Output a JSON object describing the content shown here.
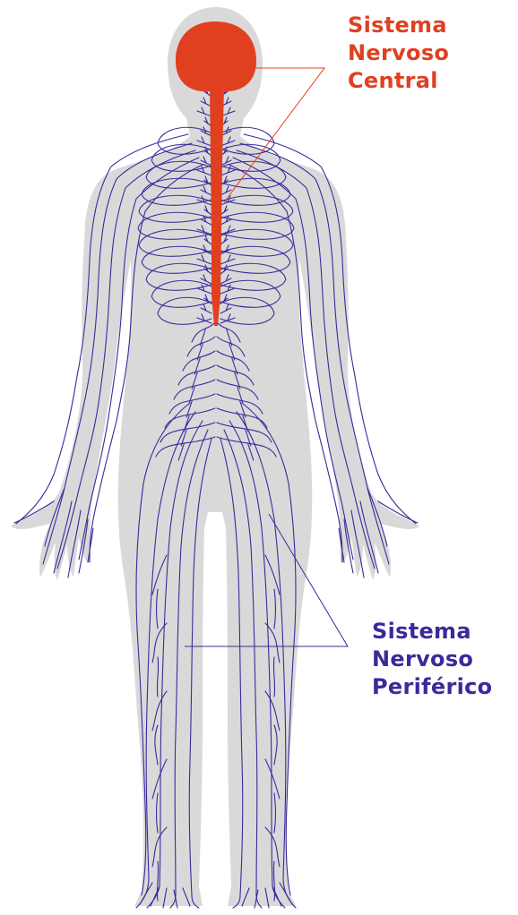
{
  "labels": {
    "central": {
      "lines": [
        "Sistema",
        "Nervoso",
        "Central"
      ],
      "color": "#e04020"
    },
    "peripheral": {
      "lines": [
        "Sistema",
        "Nervoso",
        "Periférico"
      ],
      "color": "#3a2a9a"
    }
  },
  "colors": {
    "body_silhouette": "#d9d9d9",
    "central_nervous_system": "#e04020",
    "peripheral_nerves": "#3a2a9a",
    "background": "#ffffff"
  }
}
